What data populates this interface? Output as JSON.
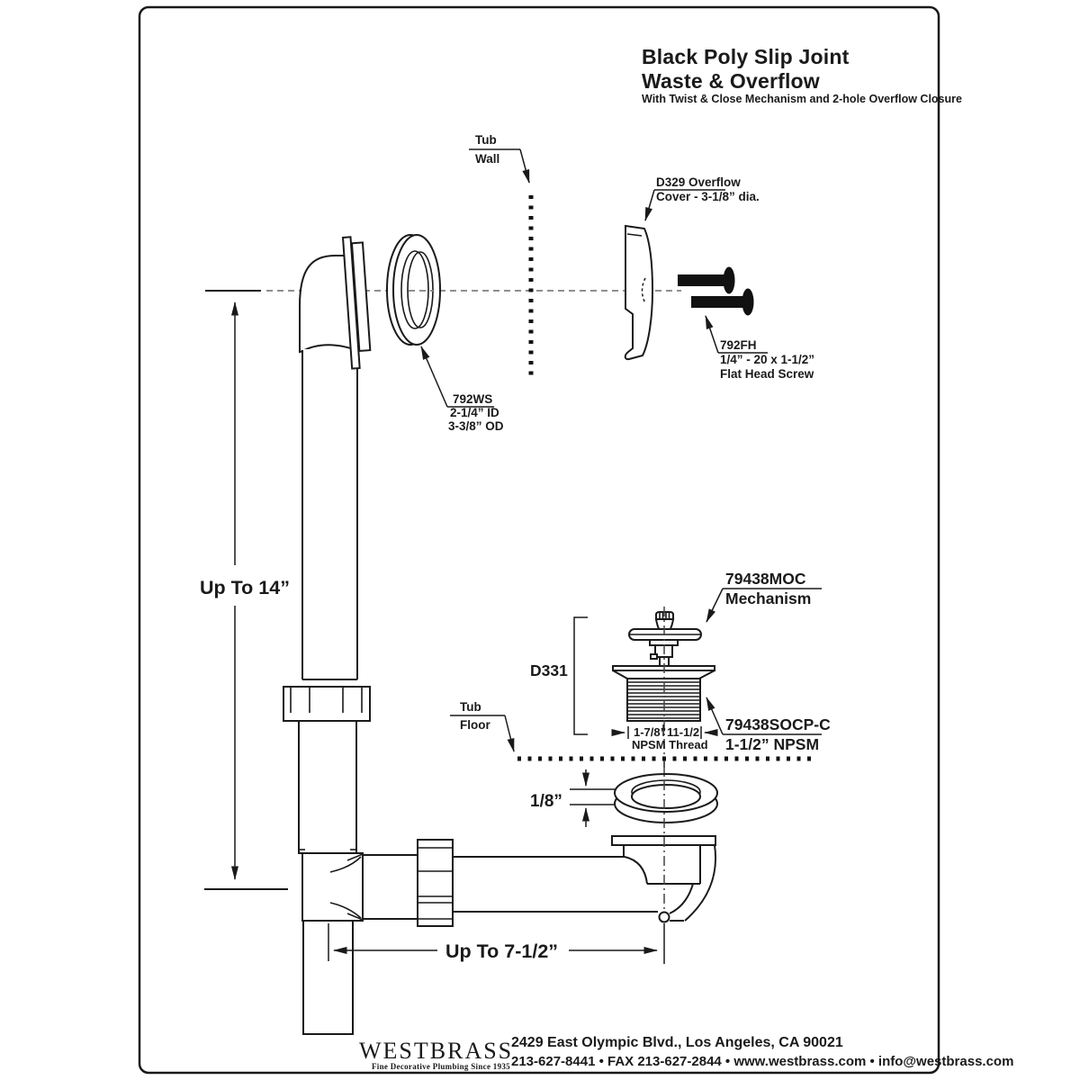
{
  "title": {
    "line1": "Black Poly Slip Joint",
    "line2": "Waste & Overflow",
    "subtitle": "With Twist & Close Mechanism and 2-hole Overflow Closure"
  },
  "callouts": {
    "tub_wall": {
      "line1": "Tub",
      "line2": "Wall"
    },
    "tub_floor": {
      "line1": "Tub",
      "line2": "Floor"
    },
    "overflow_cover": {
      "line1": "D329 Overflow",
      "line2": "Cover - 3-1/8” dia."
    },
    "flat_head_screw": {
      "line1": "792FH",
      "line2": "1/4” - 20 x 1-1/2”",
      "line3": "Flat Head Screw"
    },
    "washer": {
      "line1": "792WS",
      "line2": "2-1/4” ID",
      "line3": "3-3/8” OD"
    },
    "mechanism": {
      "line1": "79438MOC",
      "line2": "Mechanism"
    },
    "drain_body": {
      "line1": "79438SOCP-C",
      "line2": "1-1/2” NPSM"
    },
    "d331": "D331"
  },
  "dimensions": {
    "overflow_height": "Up To 14”",
    "drain_width": "Up To 7-1/2”",
    "gasket_thickness": "1/8”",
    "thread_size": "1-7/8”",
    "thread_pitch": "11-1/2",
    "thread_label": "NPSM Thread"
  },
  "footer": {
    "logo": "WESTBRASS",
    "tagline": "Fine Decorative Plumbing Since 1935",
    "address": "2429 East Olympic Blvd., Los Angeles, CA  90021",
    "contact": "213-627-8441 • FAX 213-627-2844 • www.westbrass.com • info@westbrass.com"
  }
}
